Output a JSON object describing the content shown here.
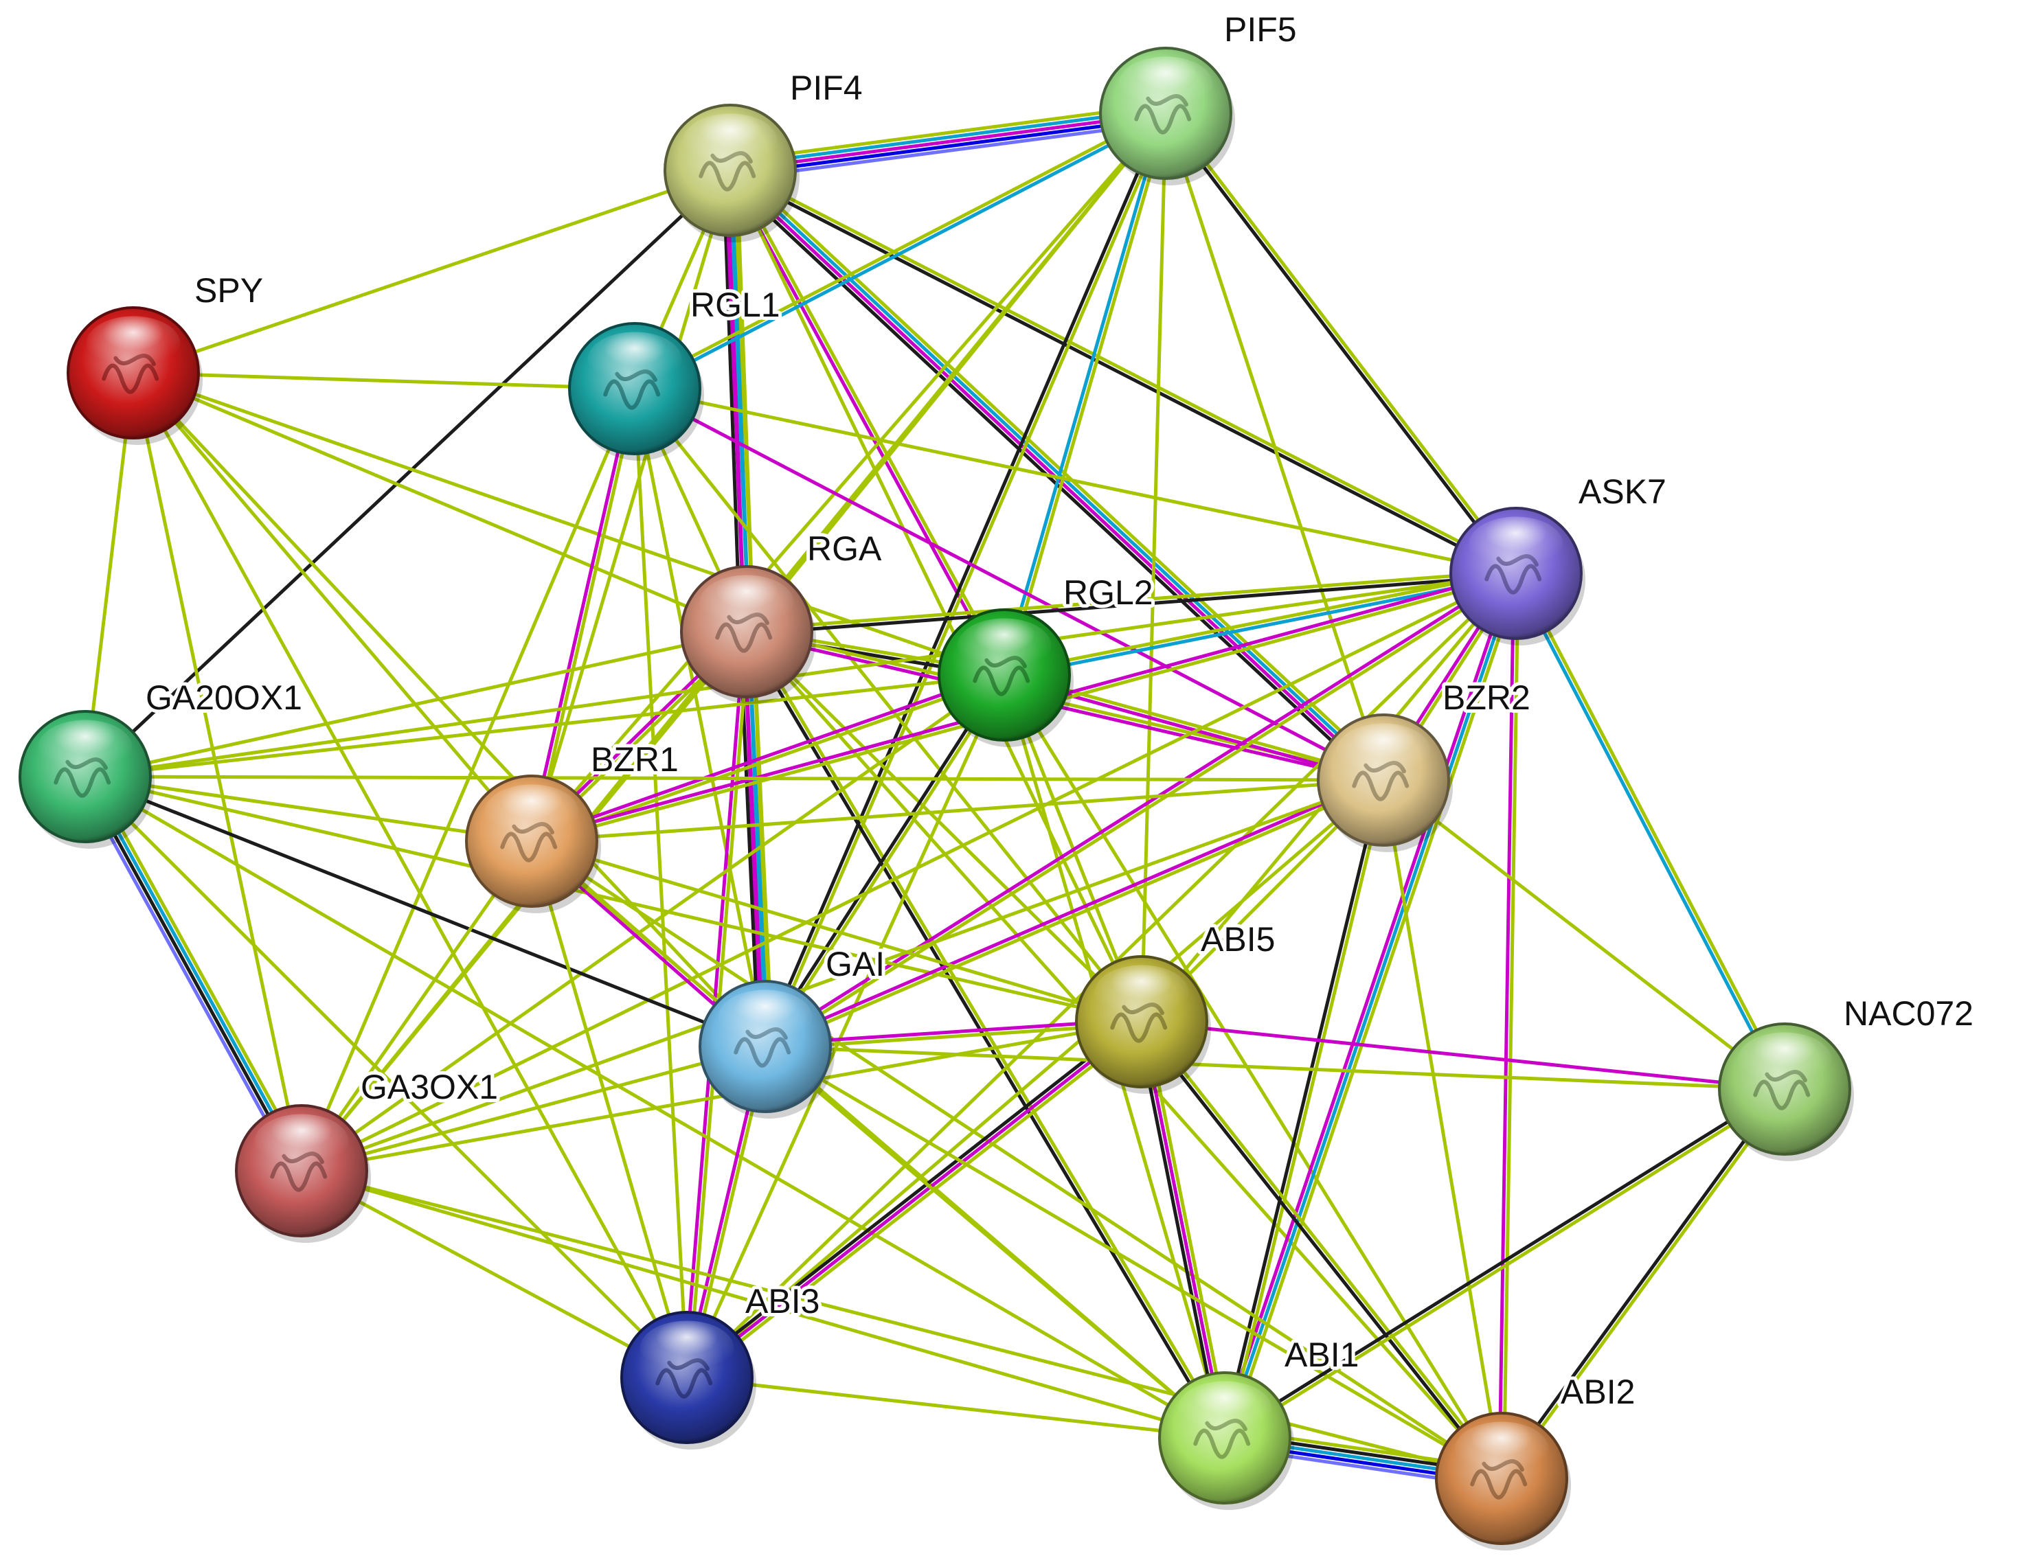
{
  "network": {
    "edge_colors": {
      "textmining": "#a7c400",
      "coexpression": "#1c1c1c",
      "experimental": "#c800c8",
      "database": "#0ca0d0",
      "neighborhood": "#0000e0",
      "homology": "#7070ff"
    },
    "nodes": [
      {
        "id": "PIF4",
        "label": "PIF4",
        "color": "#c4cc7a"
      },
      {
        "id": "PIF5",
        "label": "PIF5",
        "color": "#96d882"
      },
      {
        "id": "SPY",
        "label": "SPY",
        "color": "#cc1a1a"
      },
      {
        "id": "RGL1",
        "label": "RGL1",
        "color": "#1aa0a0"
      },
      {
        "id": "ASK7",
        "label": "ASK7",
        "color": "#7a66d6"
      },
      {
        "id": "RGA",
        "label": "RGA",
        "color": "#cc8a74"
      },
      {
        "id": "RGL2",
        "label": "RGL2",
        "color": "#1eaa2a"
      },
      {
        "id": "GA20OX1",
        "label": "GA20OX1",
        "color": "#3cb870"
      },
      {
        "id": "BZR2",
        "label": "BZR2",
        "color": "#dcc288"
      },
      {
        "id": "BZR1",
        "label": "BZR1",
        "color": "#e2a060"
      },
      {
        "id": "ABI5",
        "label": "ABI5",
        "color": "#b8b03a"
      },
      {
        "id": "GAI",
        "label": "GAI",
        "color": "#70b8e2"
      },
      {
        "id": "NAC072",
        "label": "NAC072",
        "color": "#98cc70"
      },
      {
        "id": "GA3OX1",
        "label": "GA3OX1",
        "color": "#c45a5a"
      },
      {
        "id": "ABI3",
        "label": "ABI3",
        "color": "#2a3aa8"
      },
      {
        "id": "ABI1",
        "label": "ABI1",
        "color": "#a6e060"
      },
      {
        "id": "ABI2",
        "label": "ABI2",
        "color": "#d2864a"
      }
    ],
    "edges": [
      {
        "source": "PIF4",
        "target": "PIF5",
        "types": [
          "textmining",
          "database",
          "experimental",
          "neighborhood",
          "homology"
        ]
      },
      {
        "source": "PIF4",
        "target": "SPY",
        "types": [
          "textmining"
        ]
      },
      {
        "source": "PIF4",
        "target": "RGL1",
        "types": [
          "textmining"
        ]
      },
      {
        "source": "PIF4",
        "target": "RGA",
        "types": [
          "textmining",
          "database",
          "experimental",
          "coexpression"
        ]
      },
      {
        "source": "PIF4",
        "target": "RGL2",
        "types": [
          "textmining",
          "experimental"
        ]
      },
      {
        "source": "PIF4",
        "target": "GAI",
        "types": [
          "textmining",
          "database",
          "experimental"
        ]
      },
      {
        "source": "PIF4",
        "target": "GA20OX1",
        "types": [
          "coexpression"
        ]
      },
      {
        "source": "PIF4",
        "target": "ASK7",
        "types": [
          "textmining",
          "coexpression"
        ]
      },
      {
        "source": "PIF4",
        "target": "BZR2",
        "types": [
          "textmining",
          "database",
          "experimental",
          "coexpression"
        ]
      },
      {
        "source": "PIF4",
        "target": "BZR1",
        "types": [
          "textmining"
        ]
      },
      {
        "source": "PIF4",
        "target": "ABI5",
        "types": [
          "textmining"
        ]
      },
      {
        "source": "PIF5",
        "target": "RGL1",
        "types": [
          "database",
          "textmining"
        ]
      },
      {
        "source": "PIF5",
        "target": "RGA",
        "types": [
          "textmining"
        ]
      },
      {
        "source": "PIF5",
        "target": "RGL2",
        "types": [
          "textmining",
          "database"
        ]
      },
      {
        "source": "PIF5",
        "target": "GAI",
        "types": [
          "textmining",
          "coexpression"
        ]
      },
      {
        "source": "PIF5",
        "target": "ASK7",
        "types": [
          "textmining",
          "coexpression"
        ]
      },
      {
        "source": "PIF5",
        "target": "BZR2",
        "types": [
          "textmining"
        ]
      },
      {
        "source": "PIF5",
        "target": "BZR1",
        "types": [
          "textmining"
        ]
      },
      {
        "source": "PIF5",
        "target": "ABI5",
        "types": [
          "textmining"
        ]
      },
      {
        "source": "PIF5",
        "target": "GA3OX1",
        "types": [
          "textmining"
        ]
      },
      {
        "source": "SPY",
        "target": "RGL1",
        "types": [
          "textmining"
        ]
      },
      {
        "source": "SPY",
        "target": "RGA",
        "types": [
          "textmining"
        ]
      },
      {
        "source": "SPY",
        "target": "RGL2",
        "types": [
          "textmining"
        ]
      },
      {
        "source": "SPY",
        "target": "GAI",
        "types": [
          "textmining"
        ]
      },
      {
        "source": "SPY",
        "target": "GA20OX1",
        "types": [
          "textmining"
        ]
      },
      {
        "source": "SPY",
        "target": "GA3OX1",
        "types": [
          "textmining"
        ]
      },
      {
        "source": "SPY",
        "target": "BZR1",
        "types": [
          "textmining"
        ]
      },
      {
        "source": "SPY",
        "target": "ABI3",
        "types": [
          "textmining"
        ]
      },
      {
        "source": "RGL1",
        "target": "RGA",
        "types": [
          "textmining"
        ]
      },
      {
        "source": "RGL1",
        "target": "GAI",
        "types": [
          "textmining"
        ]
      },
      {
        "source": "RGL1",
        "target": "BZR1",
        "types": [
          "textmining",
          "experimental"
        ]
      },
      {
        "source": "RGL1",
        "target": "BZR2",
        "types": [
          "experimental"
        ]
      },
      {
        "source": "RGL1",
        "target": "ASK7",
        "types": [
          "textmining"
        ]
      },
      {
        "source": "RGL1",
        "target": "GA3OX1",
        "types": [
          "textmining"
        ]
      },
      {
        "source": "RGL1",
        "target": "ABI3",
        "types": [
          "textmining"
        ]
      },
      {
        "source": "RGL1",
        "target": "ABI5",
        "types": [
          "textmining"
        ]
      },
      {
        "source": "RGA",
        "target": "RGL2",
        "types": [
          "textmining",
          "coexpression"
        ]
      },
      {
        "source": "RGA",
        "target": "GAI",
        "types": [
          "textmining",
          "database",
          "experimental",
          "coexpression"
        ]
      },
      {
        "source": "RGA",
        "target": "ASK7",
        "types": [
          "textmining",
          "coexpression"
        ]
      },
      {
        "source": "RGA",
        "target": "BZR2",
        "types": [
          "textmining",
          "experimental"
        ]
      },
      {
        "source": "RGA",
        "target": "BZR1",
        "types": [
          "textmining",
          "experimental"
        ]
      },
      {
        "source": "RGA",
        "target": "GA20OX1",
        "types": [
          "textmining"
        ]
      },
      {
        "source": "RGA",
        "target": "GA3OX1",
        "types": [
          "textmining"
        ]
      },
      {
        "source": "RGA",
        "target": "ABI5",
        "types": [
          "textmining"
        ]
      },
      {
        "source": "RGA",
        "target": "ABI3",
        "types": [
          "textmining",
          "experimental"
        ]
      },
      {
        "source": "RGA",
        "target": "ABI1",
        "types": [
          "textmining",
          "coexpression"
        ]
      },
      {
        "source": "RGA",
        "target": "ABI2",
        "types": [
          "textmining"
        ]
      },
      {
        "source": "RGL2",
        "target": "GAI",
        "types": [
          "textmining",
          "coexpression"
        ]
      },
      {
        "source": "RGL2",
        "target": "ASK7",
        "types": [
          "textmining",
          "database"
        ]
      },
      {
        "source": "RGL2",
        "target": "BZR2",
        "types": [
          "textmining",
          "experimental"
        ]
      },
      {
        "source": "RGL2",
        "target": "BZR1",
        "types": [
          "textmining",
          "experimental"
        ]
      },
      {
        "source": "RGL2",
        "target": "GA20OX1",
        "types": [
          "textmining"
        ]
      },
      {
        "source": "RGL2",
        "target": "GA3OX1",
        "types": [
          "textmining"
        ]
      },
      {
        "source": "RGL2",
        "target": "ABI5",
        "types": [
          "textmining"
        ]
      },
      {
        "source": "RGL2",
        "target": "ABI3",
        "types": [
          "textmining"
        ]
      },
      {
        "source": "RGL2",
        "target": "ABI1",
        "types": [
          "textmining"
        ]
      },
      {
        "source": "RGL2",
        "target": "ABI2",
        "types": [
          "textmining"
        ]
      },
      {
        "source": "ASK7",
        "target": "BZR2",
        "types": [
          "textmining",
          "experimental"
        ]
      },
      {
        "source": "ASK7",
        "target": "BZR1",
        "types": [
          "textmining",
          "experimental"
        ]
      },
      {
        "source": "ASK7",
        "target": "GAI",
        "types": [
          "textmining",
          "experimental"
        ]
      },
      {
        "source": "ASK7",
        "target": "ABI5",
        "types": [
          "textmining"
        ]
      },
      {
        "source": "ASK7",
        "target": "NAC072",
        "types": [
          "textmining",
          "database"
        ]
      },
      {
        "source": "ASK7",
        "target": "ABI1",
        "types": [
          "textmining",
          "database",
          "experimental"
        ]
      },
      {
        "source": "ASK7",
        "target": "ABI2",
        "types": [
          "textmining",
          "experimental"
        ]
      },
      {
        "source": "ASK7",
        "target": "GA20OX1",
        "types": [
          "textmining"
        ]
      },
      {
        "source": "ASK7",
        "target": "GA3OX1",
        "types": [
          "textmining"
        ]
      },
      {
        "source": "ASK7",
        "target": "ABI3",
        "types": [
          "textmining"
        ]
      },
      {
        "source": "GA20OX1",
        "target": "BZR2",
        "types": [
          "textmining"
        ]
      },
      {
        "source": "GA20OX1",
        "target": "BZR1",
        "types": [
          "textmining"
        ]
      },
      {
        "source": "GA20OX1",
        "target": "GAI",
        "types": [
          "coexpression"
        ]
      },
      {
        "source": "GA20OX1",
        "target": "GA3OX1",
        "types": [
          "textmining",
          "database",
          "coexpression",
          "homology"
        ]
      },
      {
        "source": "GA20OX1",
        "target": "ABI5",
        "types": [
          "textmining"
        ]
      },
      {
        "source": "GA20OX1",
        "target": "ABI3",
        "types": [
          "textmining"
        ]
      },
      {
        "source": "GA20OX1",
        "target": "ABI1",
        "types": [
          "textmining"
        ]
      },
      {
        "source": "BZR2",
        "target": "BZR1",
        "types": [
          "textmining"
        ]
      },
      {
        "source": "BZR2",
        "target": "GAI",
        "types": [
          "textmining",
          "experimental"
        ]
      },
      {
        "source": "BZR2",
        "target": "ABI5",
        "types": [
          "textmining"
        ]
      },
      {
        "source": "BZR2",
        "target": "ABI1",
        "types": [
          "textmining",
          "coexpression"
        ]
      },
      {
        "source": "BZR2",
        "target": "NAC072",
        "types": [
          "textmining"
        ]
      },
      {
        "source": "BZR2",
        "target": "ABI3",
        "types": [
          "textmining"
        ]
      },
      {
        "source": "BZR2",
        "target": "GA3OX1",
        "types": [
          "textmining"
        ]
      },
      {
        "source": "BZR2",
        "target": "ABI2",
        "types": [
          "textmining"
        ]
      },
      {
        "source": "BZR1",
        "target": "GAI",
        "types": [
          "textmining",
          "experimental"
        ]
      },
      {
        "source": "BZR1",
        "target": "ABI5",
        "types": [
          "textmining"
        ]
      },
      {
        "source": "BZR1",
        "target": "GA3OX1",
        "types": [
          "textmining"
        ]
      },
      {
        "source": "BZR1",
        "target": "ABI3",
        "types": [
          "textmining"
        ]
      },
      {
        "source": "BZR1",
        "target": "ABI1",
        "types": [
          "textmining"
        ]
      },
      {
        "source": "BZR1",
        "target": "ABI2",
        "types": [
          "textmining"
        ]
      },
      {
        "source": "ABI5",
        "target": "GAI",
        "types": [
          "textmining",
          "experimental"
        ]
      },
      {
        "source": "ABI5",
        "target": "ABI3",
        "types": [
          "textmining",
          "experimental",
          "coexpression"
        ]
      },
      {
        "source": "ABI5",
        "target": "ABI1",
        "types": [
          "textmining",
          "experimental",
          "coexpression"
        ]
      },
      {
        "source": "ABI5",
        "target": "ABI2",
        "types": [
          "textmining",
          "coexpression"
        ]
      },
      {
        "source": "ABI5",
        "target": "NAC072",
        "types": [
          "experimental"
        ]
      },
      {
        "source": "ABI5",
        "target": "GA3OX1",
        "types": [
          "textmining"
        ]
      },
      {
        "source": "GAI",
        "target": "GA3OX1",
        "types": [
          "textmining"
        ]
      },
      {
        "source": "GAI",
        "target": "ABI3",
        "types": [
          "textmining",
          "experimental"
        ]
      },
      {
        "source": "GAI",
        "target": "ABI1",
        "types": [
          "textmining"
        ]
      },
      {
        "source": "GAI",
        "target": "ABI2",
        "types": [
          "textmining"
        ]
      },
      {
        "source": "GAI",
        "target": "NAC072",
        "types": [
          "textmining"
        ]
      },
      {
        "source": "NAC072",
        "target": "ABI1",
        "types": [
          "textmining",
          "coexpression"
        ]
      },
      {
        "source": "NAC072",
        "target": "ABI2",
        "types": [
          "textmining",
          "coexpression"
        ]
      },
      {
        "source": "GA3OX1",
        "target": "ABI3",
        "types": [
          "textmining"
        ]
      },
      {
        "source": "GA3OX1",
        "target": "ABI1",
        "types": [
          "textmining"
        ]
      },
      {
        "source": "GA3OX1",
        "target": "ABI2",
        "types": [
          "textmining"
        ]
      },
      {
        "source": "ABI3",
        "target": "ABI1",
        "types": [
          "textmining"
        ]
      },
      {
        "source": "ABI1",
        "target": "ABI2",
        "types": [
          "textmining",
          "coexpression",
          "database",
          "neighborhood",
          "homology"
        ]
      }
    ]
  }
}
